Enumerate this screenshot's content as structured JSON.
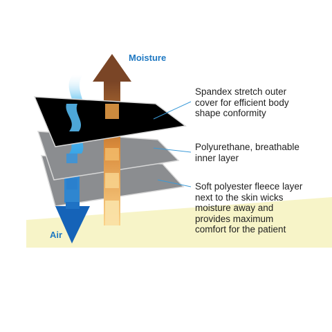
{
  "arrows": {
    "moisture_label": "Moisture",
    "air_label": "Air"
  },
  "layers": [
    {
      "name": "outer",
      "color": "#000000",
      "lines": [
        "Spandex stretch outer",
        "cover for efficient body",
        "shape conformity"
      ]
    },
    {
      "name": "middle",
      "color": "#8a8c8f",
      "lines": [
        "Polyurethane, breathable",
        "inner layer"
      ]
    },
    {
      "name": "inner",
      "color": "#8a8c8f",
      "lines": [
        "Soft polyester fleece layer",
        "next to the skin wicks",
        "moisture away and",
        "provides maximum",
        "comfort for the patient"
      ]
    }
  ],
  "colors": {
    "skin_band": "#f7f4c8",
    "moisture_arrow_top": "#7a4a2a",
    "moisture_arrow_bottom": "#f6b04a",
    "air_arrow": "#1563b8",
    "wave": "#5fc0f0",
    "leader_line": "#3a9ad8"
  }
}
